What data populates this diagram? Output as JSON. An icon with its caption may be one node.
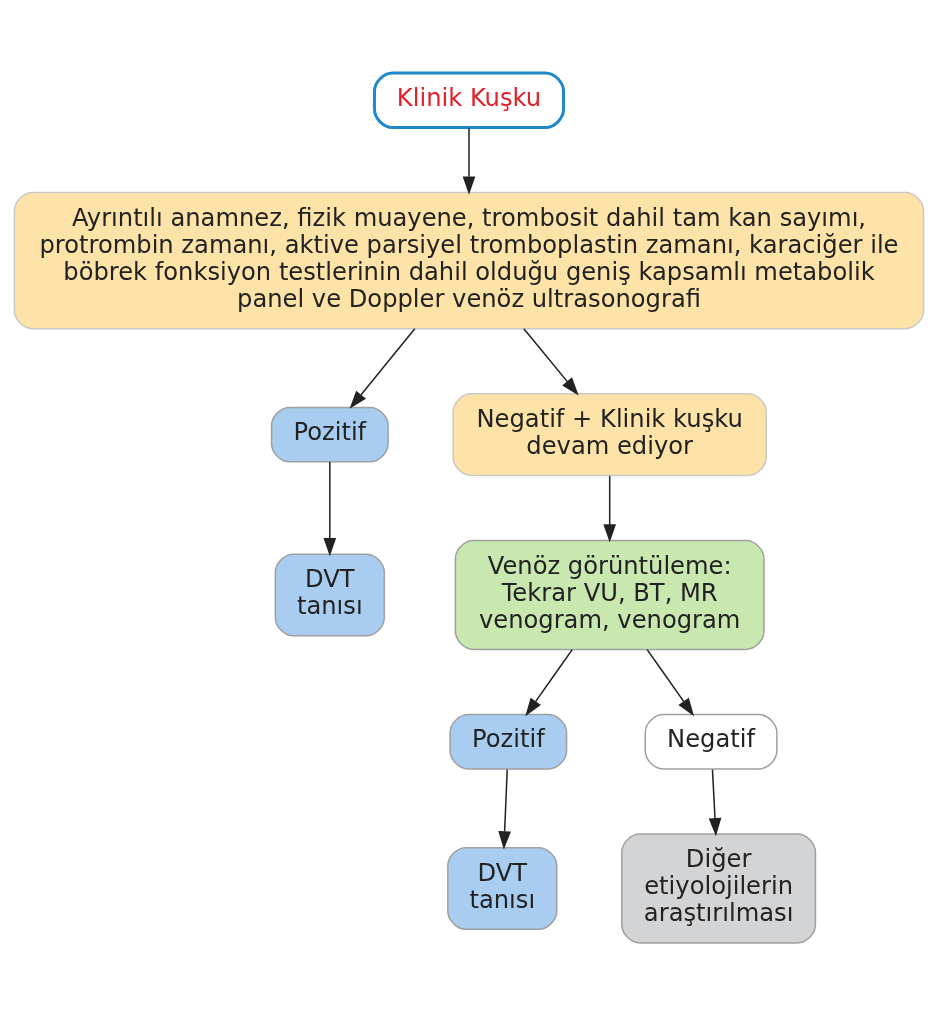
{
  "diagram": {
    "nodes": [
      {
        "text": [
          "Klinik Kuşku"
        ]
      },
      {
        "text": [
          "Ayrıntılı anamnez, fizik muayene, trombosit dahil tam kan sayımı, protrombin zamanı, aktive parsiyel tromboplastin zamanı, karaciğer ile böbrek fonksiyon testlerinin dahil olduğu geniş kapsamlı metabolik panel ve Doppler venöz ultrasonografi"
        ]
      },
      {
        "text": [
          "Pozitif"
        ]
      },
      {
        "text": [
          "DVT tanısı"
        ]
      },
      {
        "text": [
          "Negatif + Klinik kuşku devam ediyor"
        ]
      },
      {
        "text": [
          "Venöz görüntüleme: Tekrar VU, BT, MR venogram, venogram"
        ]
      },
      {
        "text": [
          "Pozitif"
        ]
      },
      {
        "text": [
          "Negatif"
        ]
      },
      {
        "text": [
          "DVT tanısı"
        ]
      },
      {
        "text": [
          "Diğer etiyolojilerin araştırılması"
        ]
      }
    ],
    "edges": [
      {
        "from": 0,
        "to": 1,
        "arrow": "to"
      },
      {
        "from": 1,
        "to": 2,
        "arrow": "to"
      },
      {
        "from": 1,
        "to": 4,
        "arrow": "to"
      },
      {
        "from": 2,
        "to": 3,
        "arrow": "to"
      },
      {
        "from": 4,
        "to": 5,
        "arrow": "to"
      },
      {
        "from": 5,
        "to": 6,
        "arrow": "to"
      },
      {
        "from": 5,
        "to": 7,
        "arrow": "to"
      },
      {
        "from": 6,
        "to": 8,
        "arrow": "to"
      },
      {
        "from": 7,
        "to": 9,
        "arrow": "to"
      }
    ]
  }
}
